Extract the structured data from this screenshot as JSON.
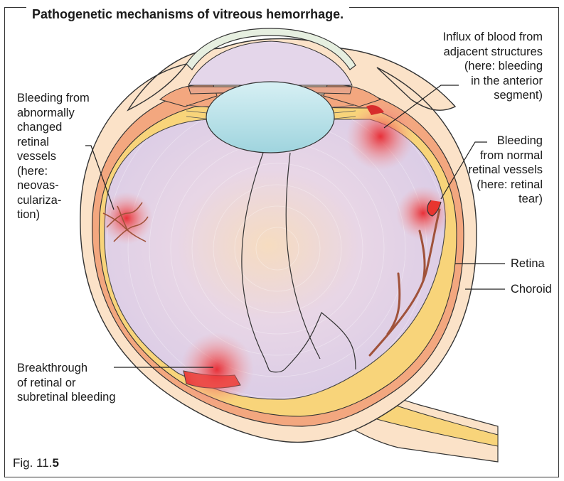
{
  "title": "Pathogenetic mechanisms of vitreous hemorrhage.",
  "labels": {
    "influx": [
      "Influx of blood from",
      "adjacent structures",
      "(here: bleeding",
      "in the anterior",
      "segment)"
    ],
    "abnormal": [
      "Bleeding from",
      "abnormally",
      "changed",
      "retinal",
      "vessels",
      "(here:",
      "neovas-",
      "culariza-",
      "tion)"
    ],
    "normal": [
      "Bleeding",
      "from normal",
      "retinal vessels",
      "(here: retinal",
      "tear)"
    ],
    "retina": "Retina",
    "choroid": "Choroid",
    "breakthrough": [
      "Breakthrough",
      "of retinal or",
      "subretinal bleeding"
    ]
  },
  "caption": {
    "prefix": "Fig. 11.",
    "bold": "5"
  },
  "colors": {
    "sclera": "#fbe2c8",
    "choroid": "#f3a77f",
    "retina": "#f8d47a",
    "vitreous": "#e4d6ea",
    "lens": "#bfe6ec",
    "cornea": "#e6efe0",
    "blood": "#e63b3b",
    "vessel": "#a0523a"
  }
}
